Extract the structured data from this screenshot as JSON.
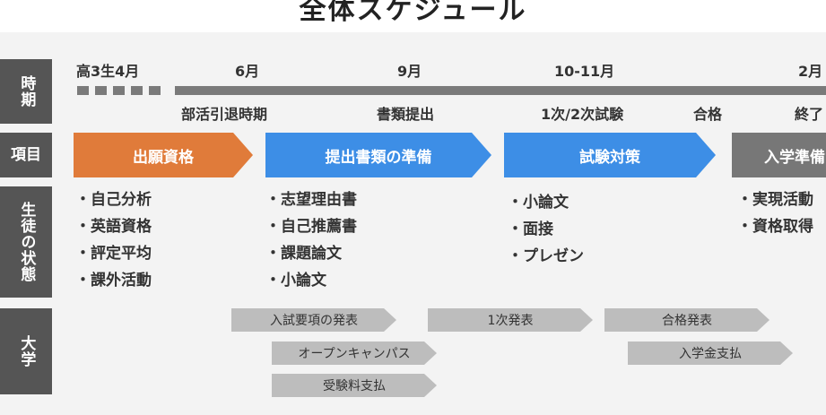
{
  "title": "全体スケジュール",
  "rows": {
    "period": "時期",
    "item": "項目",
    "student": "生徒の状態",
    "university": "大学"
  },
  "months": [
    "高3生4月",
    "6月",
    "9月",
    "10-11月",
    "2月"
  ],
  "events": [
    "部活引退時期",
    "書類提出",
    "1次/2次試験",
    "合格",
    "終了"
  ],
  "phases": [
    {
      "label": "出願資格",
      "color": "#e07b3a"
    },
    {
      "label": "提出書類の準備",
      "color": "#3d8ee6"
    },
    {
      "label": "試験対策",
      "color": "#3d8ee6"
    },
    {
      "label": "入学準備",
      "color": "#777777"
    }
  ],
  "student_lists": [
    [
      "・自己分析",
      "・英語資格",
      "・評定平均",
      "・課外活動"
    ],
    [
      "・志望理由書",
      "・自己推薦書",
      "・課題論文",
      "・小論文"
    ],
    [
      "・小論文",
      "・面接",
      "・プレゼン"
    ],
    [
      "・実現活動",
      "・資格取得"
    ]
  ],
  "university_events": [
    "入試要項の発表",
    "オープンキャンパス",
    "受験料支払",
    "1次発表",
    "合格発表",
    "入学金支払"
  ]
}
